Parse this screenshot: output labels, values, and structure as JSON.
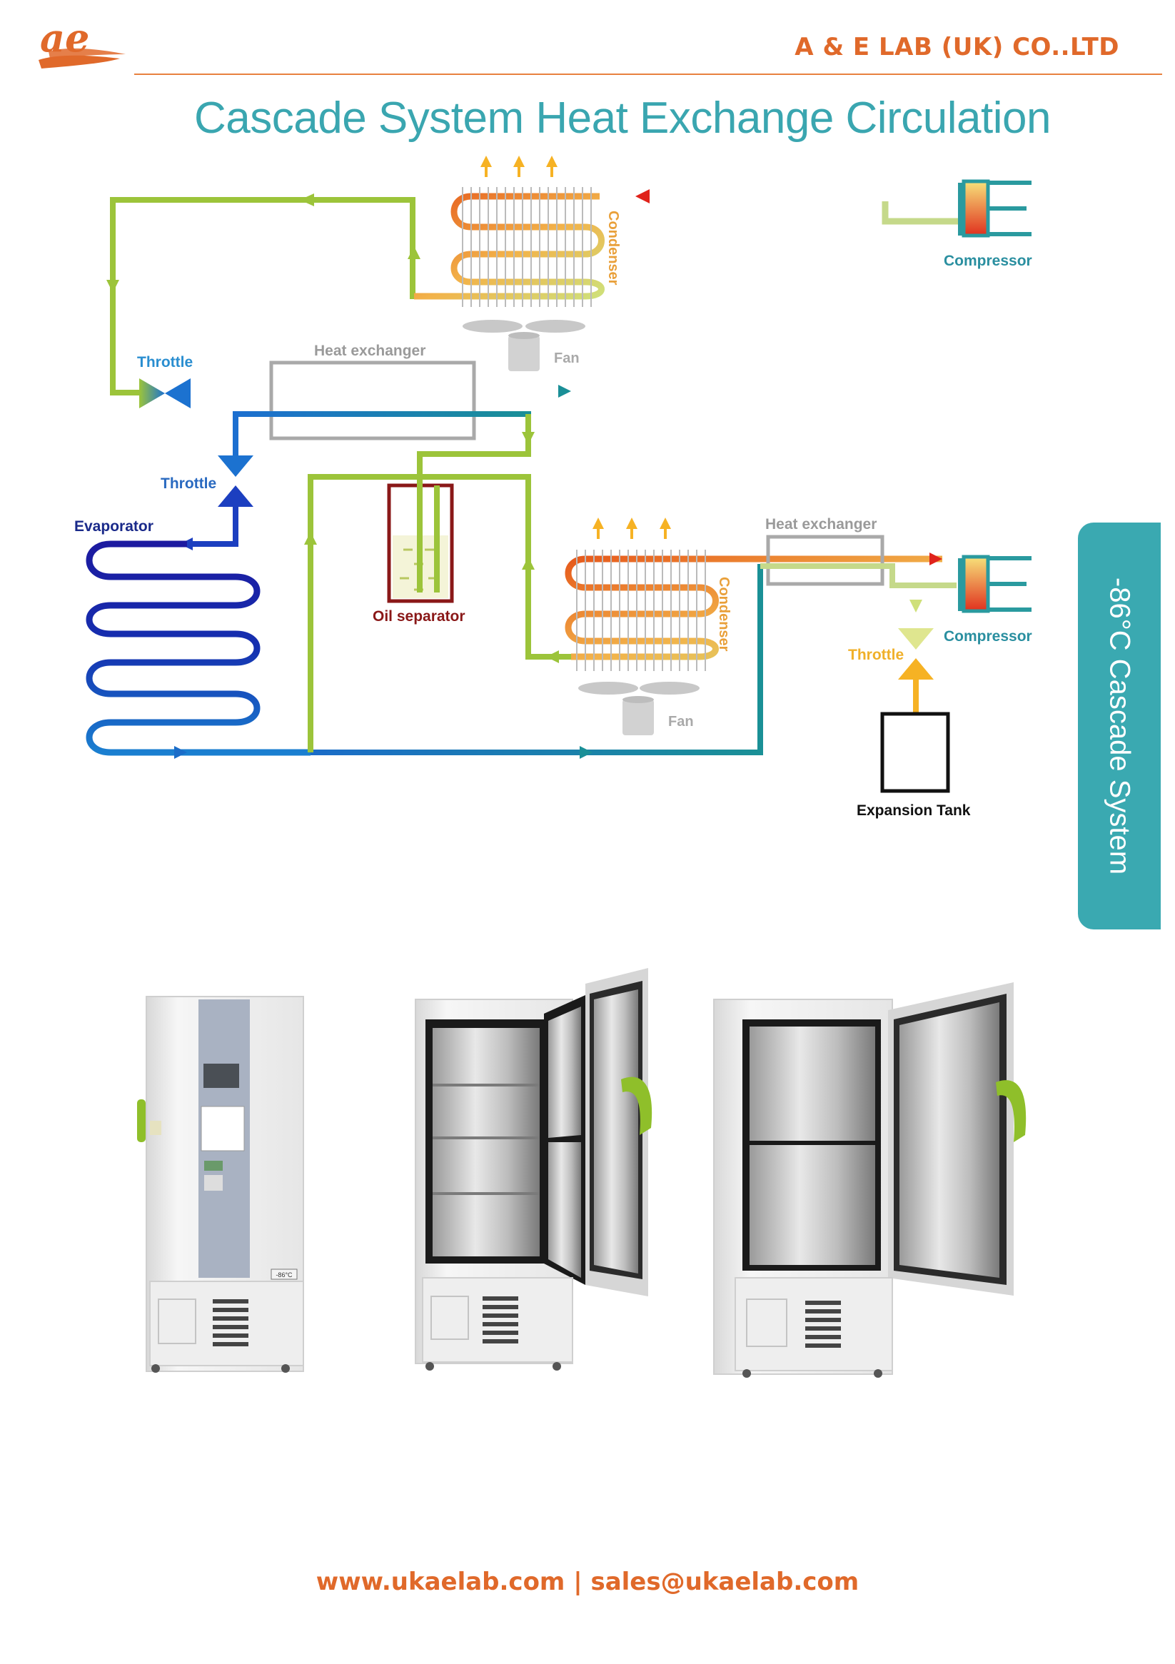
{
  "header": {
    "logo_text": "ae",
    "company": "A & E LAB (UK) CO..LTD"
  },
  "title": "Cascade System Heat Exchange Circulation",
  "side_tab": "-86°C Cascade System",
  "diagram": {
    "condenser_top": "Condenser",
    "fan_top": "Fan",
    "compressor_top": "Compressor",
    "heat_exchanger_top": "Heat exchanger",
    "throttle_top": "Throttle",
    "throttle_mid": "Throttle",
    "evaporator": "Evaporator",
    "oil_separator": "Oil separator",
    "condenser_bottom": "Condenser",
    "fan_bottom": "Fan",
    "heat_exchanger_bottom": "Heat exchanger",
    "compressor_bottom": "Compressor",
    "throttle_bottom": "Throttle",
    "expansion_tank": "Expansion Tank",
    "freezer_display": "-86°C"
  },
  "footer": "www.ukaelab.com | sales@ukaelab.com",
  "colors": {
    "accent_orange": "#e0692a",
    "teal": "#3aa9b1",
    "green": "#9cc43a",
    "red": "#e0301e",
    "blue": "#1a36a8"
  }
}
